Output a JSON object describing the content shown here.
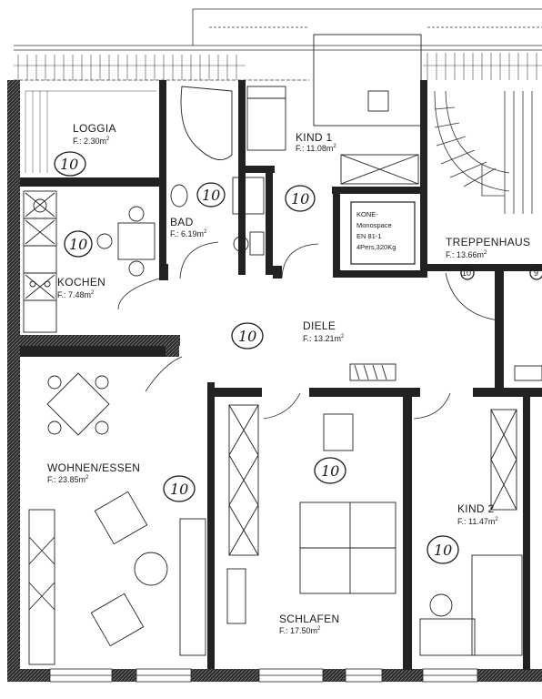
{
  "rooms": {
    "loggia": {
      "name": "LOGGIA",
      "area": "F.: 2.30m",
      "unit_sup": "2"
    },
    "kind1": {
      "name": "KIND 1",
      "area": "F.: 11.08m",
      "unit_sup": "2"
    },
    "bad": {
      "name": "BAD",
      "area": "F.: 6.19m",
      "unit_sup": "2"
    },
    "kochen": {
      "name": "KOCHEN",
      "area": "F.: 7.48m",
      "unit_sup": "2"
    },
    "treppenhaus": {
      "name": "TREPPENHAUS",
      "area": "F.: 13.66m",
      "unit_sup": "2"
    },
    "diele": {
      "name": "DIELE",
      "area": "F.: 13.21m",
      "unit_sup": "2"
    },
    "wohnen_essen": {
      "name": "WOHNEN/ESSEN",
      "area": "F.: 23.85m",
      "unit_sup": "2"
    },
    "kind2": {
      "name": "KIND 2",
      "area": "F.: 11.47m",
      "unit_sup": "2"
    },
    "schlafen": {
      "name": "SCHLAFEN",
      "area": "F.: 17.50m",
      "unit_sup": "2"
    }
  },
  "markers": {
    "handwritten": "10",
    "small": "10",
    "edge": "9"
  },
  "elevator": {
    "lines": [
      "KONE-",
      "Monospace",
      "EN 81-1",
      "4Pers,320Kg"
    ]
  },
  "colors": {
    "wall": "#1f1f1f",
    "line": "#2a2a2a",
    "paper": "#ffffff"
  }
}
